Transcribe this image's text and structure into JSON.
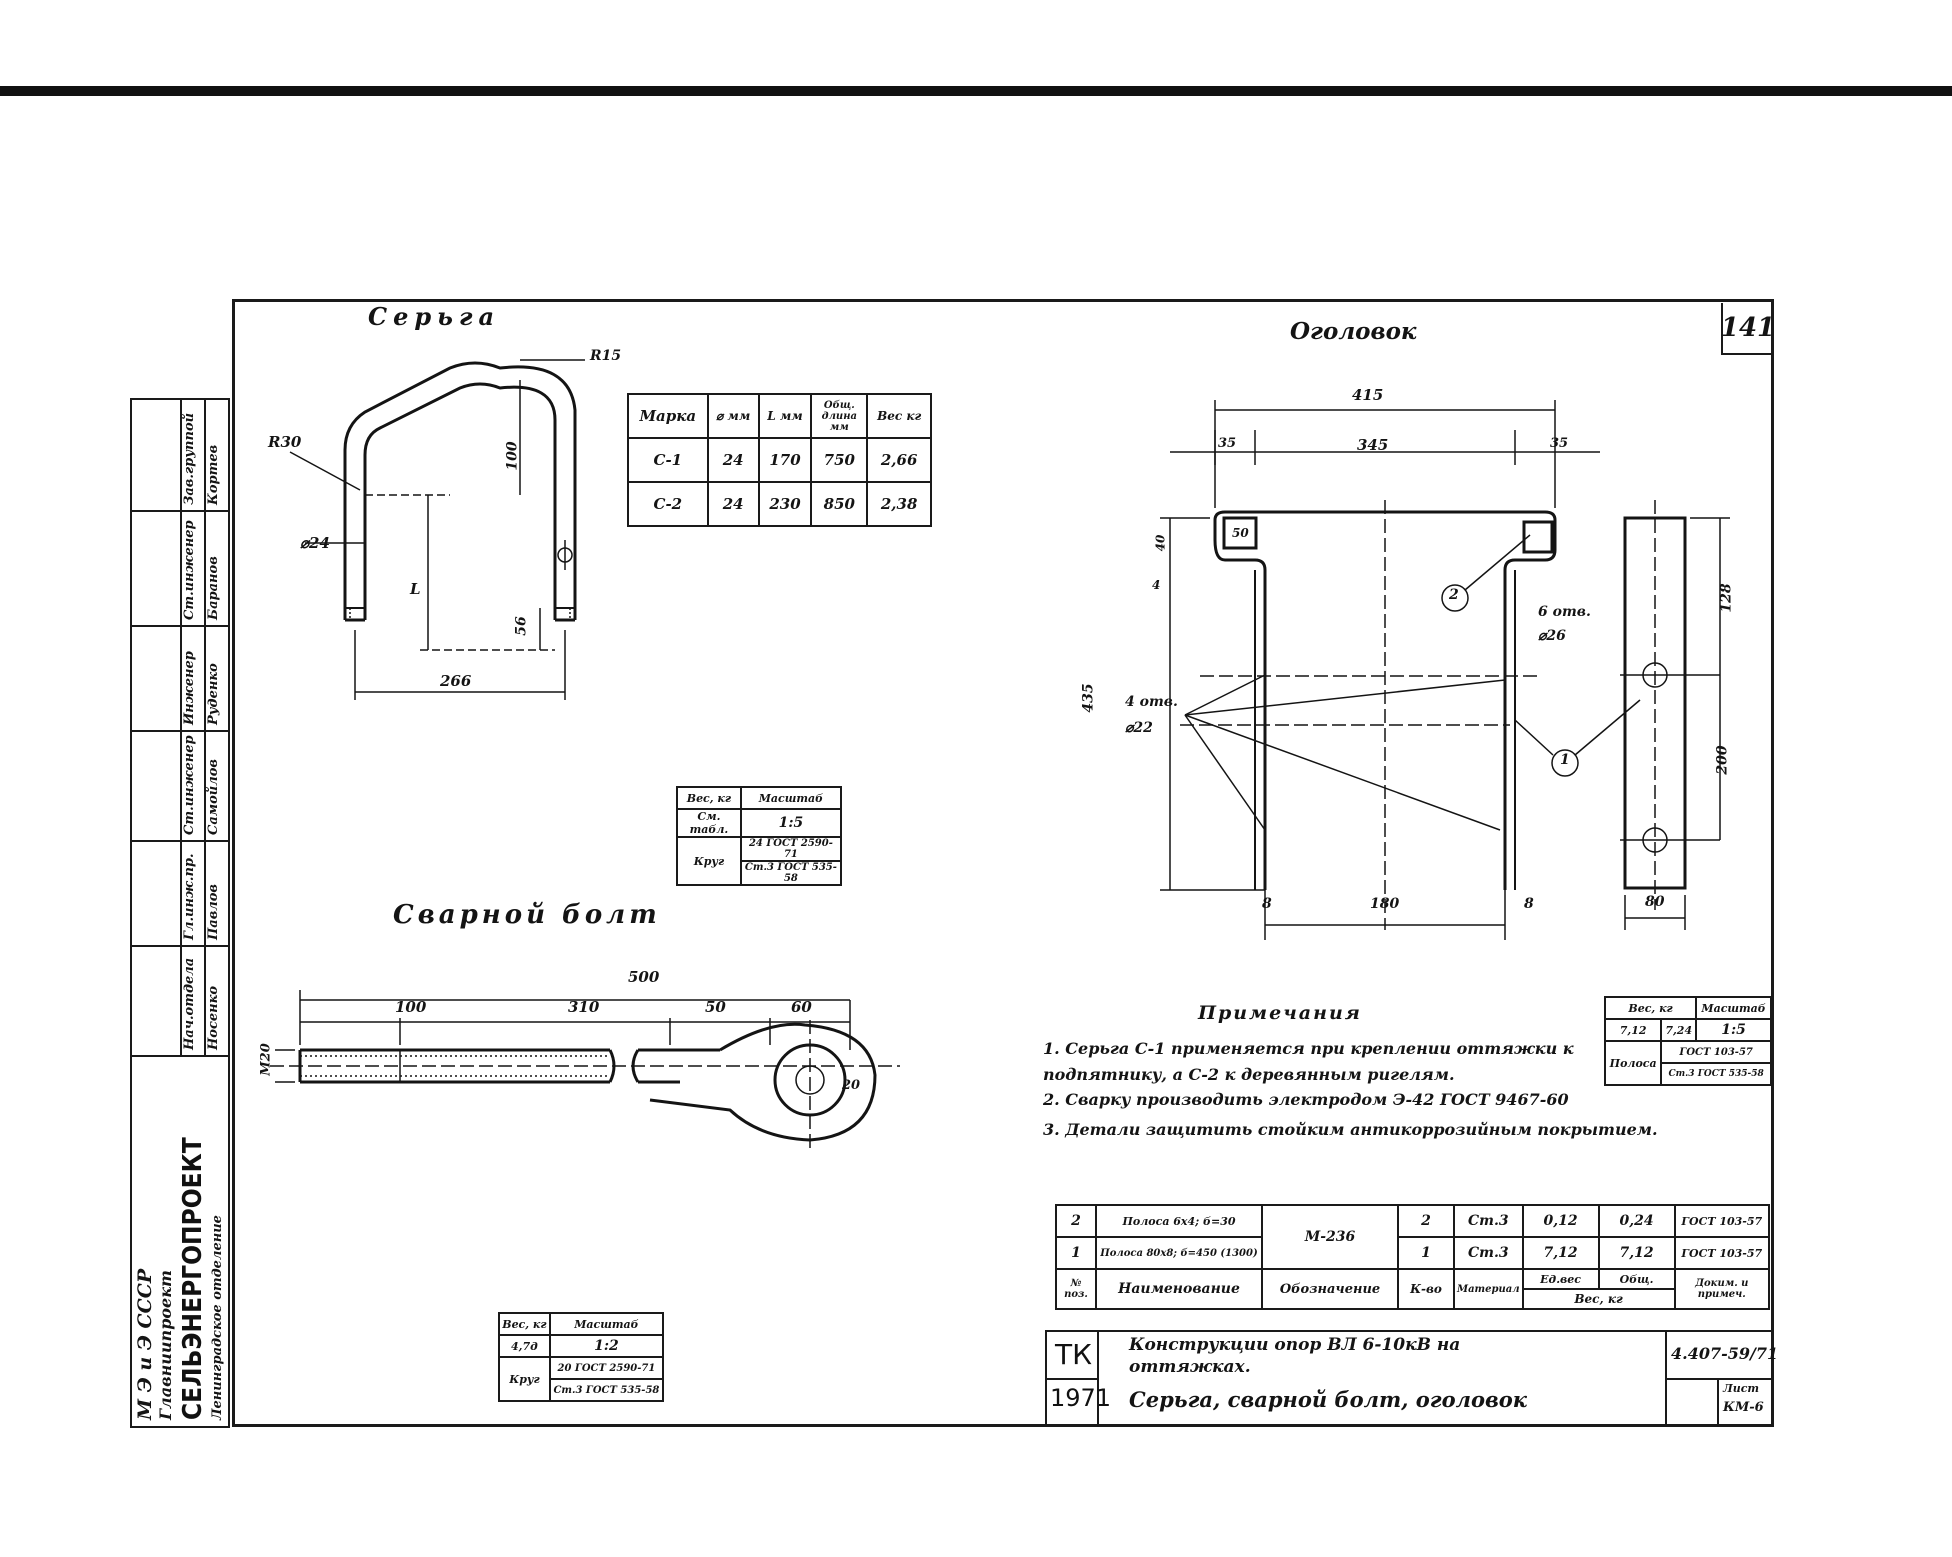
{
  "sheet_number": "141",
  "titles": {
    "serga": "Серьга",
    "svarnoy_bolt": "Сварной болт",
    "ogolovok": "Оголовок"
  },
  "serga_dims": {
    "d_bend": "R30",
    "r_top": "R15",
    "d_rod": "⌀24",
    "h_top": "100",
    "L": "L",
    "thread": "56",
    "width": "266"
  },
  "serga_table": {
    "headers": [
      "Марка",
      "⌀ мм",
      "L мм",
      "Общ. длина мм",
      "Вес кг"
    ],
    "rows": [
      [
        "С-1",
        "24",
        "170",
        "750",
        "2,66"
      ],
      [
        "С-2",
        "24",
        "230",
        "850",
        "2,38"
      ]
    ]
  },
  "stamp_serga": {
    "ves": "Вес, кг",
    "masshtab": "Масштаб",
    "ves_val": "См. табл.",
    "masshtab_val": "1:5",
    "kruzh": "Круг",
    "material1": "24 ГОСТ 2590-71",
    "material2": "Ст.3 ГОСТ 535-58"
  },
  "bolt_dims": {
    "total": "500",
    "d1": "100",
    "d2": "310",
    "d3": "50",
    "d4": "60",
    "thread": "M20",
    "ring": "20"
  },
  "stamp_bolt": {
    "ves": "Вес, кг",
    "masshtab": "Масштаб",
    "ves_val": "4,7д",
    "masshtab_val": "1:2",
    "kruzh": "Круг",
    "material1": "20 ГОСТ 2590-71",
    "material2": "Ст.3 ГОСТ 535-58"
  },
  "ogolovok_dims": {
    "total": "415",
    "left": "35",
    "mid": "345",
    "right": "35",
    "height": "435",
    "top": "50",
    "bottom": "180",
    "holes_left": "4 отв.",
    "holes_left_d": "⌀22",
    "holes_right": "6 отв.",
    "holes_right_d": "⌀26",
    "side_h": "128",
    "side_mid": "200",
    "side_w": "80",
    "thick": "8",
    "thick2": "8",
    "pos1": "1",
    "pos2": "2",
    "t1": "4",
    "t2": "40"
  },
  "notes": {
    "heading": "Примечания",
    "items": [
      "1. Серьга С-1 применяется при креплении оттяжки к подпятнику, а С-2 к деревянным ригелям.",
      "2. Сварку производить электродом Э-42 ГОСТ 9467-60",
      "3. Детали защитить стойким антикоррозийным покрытием."
    ]
  },
  "stamp_ogol": {
    "ves": "Вес, кг",
    "masshtab": "Масштаб",
    "ves_val": "7,12",
    "masshtab_val": "1:5",
    "ves_val2": "7,24",
    "material_label": "Полоса",
    "material1": "ГОСТ 103-57",
    "material2": "Ст.3 ГОСТ 535-58"
  },
  "spec": {
    "rows": [
      [
        "2",
        "Полоса 6х4; б=30",
        "",
        "2",
        "Ст.3",
        "0,12",
        "0,24",
        "ГОСТ 103-57"
      ],
      [
        "1",
        "Полоса 80х8; б=450 (1300)",
        "",
        "1",
        "Ст.3",
        "7,12",
        "7,12",
        "ГОСТ 103-57"
      ]
    ],
    "oboznachenie": "М-236",
    "header": [
      "№ поз.",
      "Наименование",
      "Обозначение",
      "К-во",
      "Материал",
      "Ед.вес",
      "Общ.",
      "Доким. и примеч."
    ],
    "ves_kg": "Вес, кг"
  },
  "title_block": {
    "tk": "ТК",
    "year": "1971",
    "line1": "Конструкции опор ВЛ 6-10кВ на оттяжках.",
    "line2": "Серьга, сварной болт, оголовок",
    "code": "4.407-59/71",
    "list": "Лист",
    "sheet": "КМ-6"
  },
  "side_block": {
    "org1": "М Э и Э СССР",
    "org2": "Главниипроект",
    "org3": "СЕЛЬЭНЕРГОПРОЕКТ",
    "org4": "Ленинградское отделение",
    "roles": [
      "Нач.отдела",
      "Гл.инж.пр.",
      "Ст.инженер",
      "Инженер",
      "Ст.инженер",
      "Зав.группой"
    ],
    "names": [
      "Носенко",
      "Павлов",
      "Самойлов",
      "Руденко",
      "Баранов",
      "Кортев"
    ]
  }
}
